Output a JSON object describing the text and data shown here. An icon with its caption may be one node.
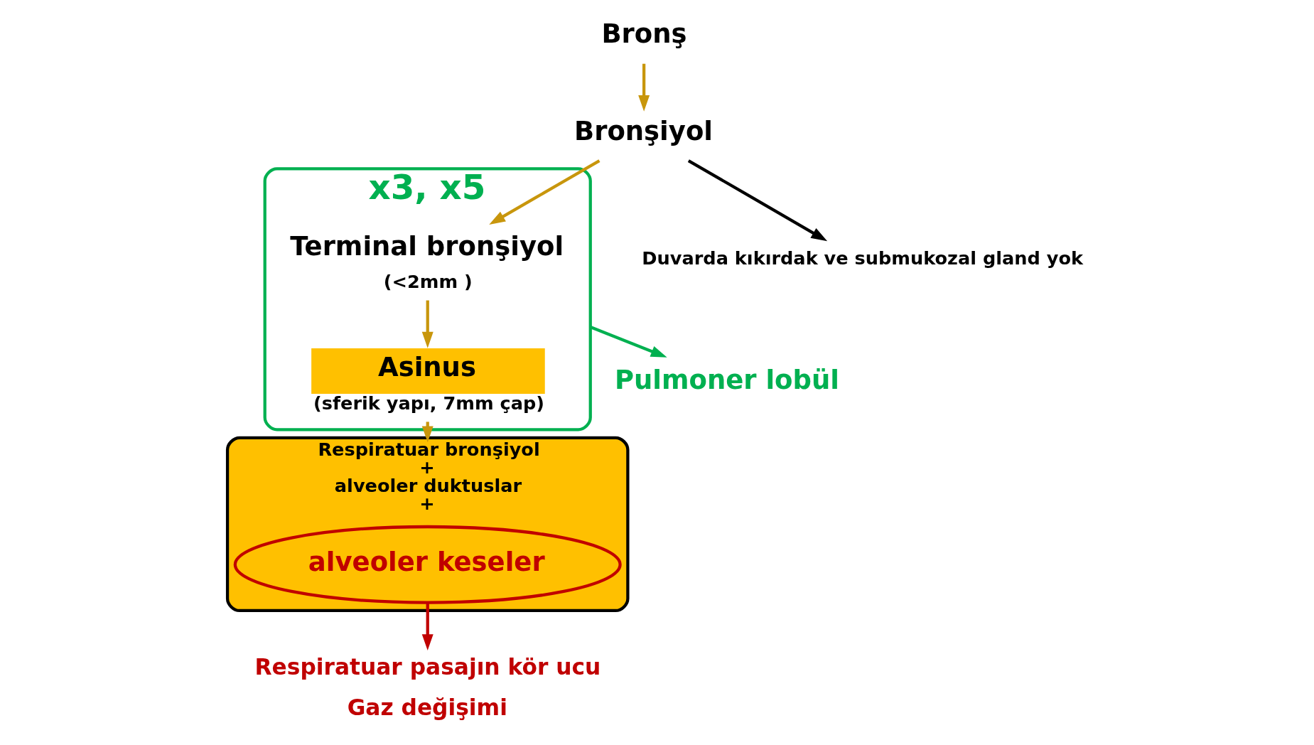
{
  "diagram": {
    "nodes": [
      {
        "text": [
          "x3, x5"
        ]
      },
      {
        "text": [
          "Bronş"
        ]
      },
      {
        "text": [
          "Bronşiyol"
        ]
      },
      {
        "text": [
          "Duvarda kıkırdak ve submukozal gland yok"
        ]
      },
      {
        "text": [
          "Terminal bronşiyol"
        ],
        "beside": [
          "(<2mm )"
        ],
        "in": 0
      },
      {
        "text": [
          "Asinus"
        ],
        "beside": [
          "(sferik yapı, 7mm çap)"
        ],
        "in": 0
      },
      {
        "text": [
          "Respiratuar bronşiyol",
          "+",
          "alveoler duktuslar",
          "+"
        ]
      },
      {
        "text": [
          "alveoler keseler"
        ],
        "in": 6
      },
      {
        "text": [
          "Respiratuar pasajın kör ucu",
          "Gaz değişimi"
        ]
      },
      {
        "text": [
          "Pulmoner lobül"
        ]
      }
    ],
    "edges": [
      {
        "from": 1,
        "to": 2,
        "arrow": "to"
      },
      {
        "from": 2,
        "to": 4,
        "arrow": "to"
      },
      {
        "from": 2,
        "to": 3,
        "arrow": "to",
        "color": "#000000"
      },
      {
        "from": 4,
        "to": 5,
        "arrow": "to"
      },
      {
        "from": 5,
        "to": 6,
        "arrow": "to"
      },
      {
        "from": 7,
        "to": 8,
        "arrow": "to",
        "color": "#c00000"
      },
      {
        "from": 0,
        "to": 9,
        "arrow": "to",
        "color": "#00b050"
      }
    ]
  }
}
